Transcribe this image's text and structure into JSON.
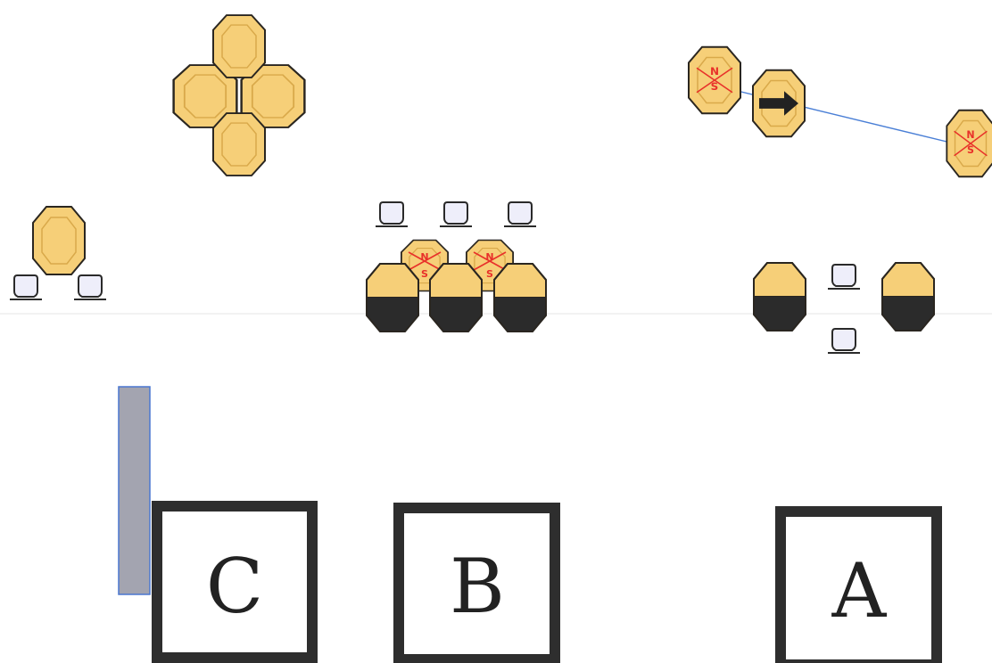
{
  "positions": [
    {
      "id": "c",
      "label": "C"
    },
    {
      "id": "b",
      "label": "B"
    },
    {
      "id": "a",
      "label": "A"
    }
  ],
  "target_marks": {
    "no_shoot_top": "N",
    "no_shoot_bottom": "S"
  },
  "colors": {
    "target_fill": "#f6cf78",
    "target_outline": "#2a2620",
    "hard_cover": "#2b2b2b",
    "no_shoot_mark": "#e8312a",
    "wall": "#a3a4b0",
    "wall_edge": "#4a76d0",
    "swing_line": "#4a7fd6",
    "steel_popper": "#eeeefa"
  },
  "icons": {
    "paper_target": "octagon-target-icon",
    "half_cover_target": "half-black-target-icon",
    "no_shoot_target": "no-shoot-target-icon",
    "steel_plate": "steel-popper-icon",
    "swinger": "swinger-arrow-icon"
  }
}
